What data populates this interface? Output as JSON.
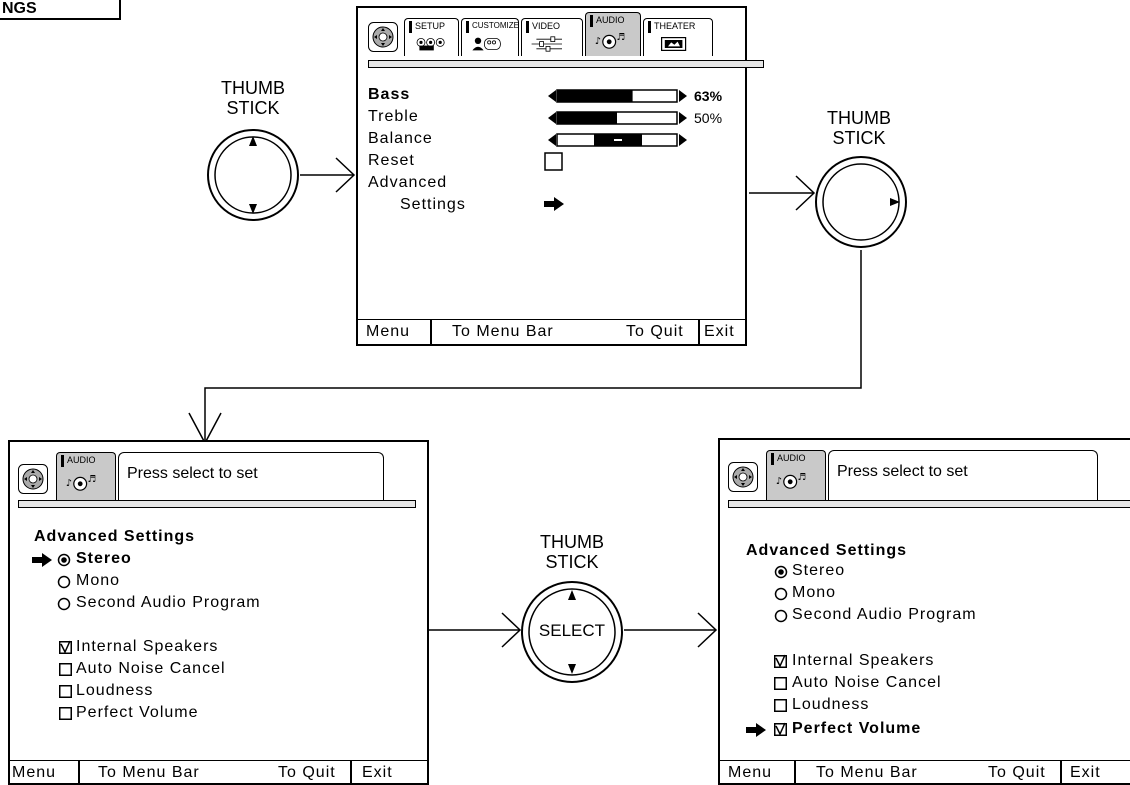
{
  "corner_label": "NGS",
  "thumbstick": {
    "line1": "THUMB",
    "line2": "STICK",
    "select": "SELECT"
  },
  "tabs": [
    "SETUP",
    "CUSTOMIZE",
    "VIDEO",
    "AUDIO",
    "THEATER"
  ],
  "audio_tab": "AUDIO",
  "audio_menu": {
    "items": [
      {
        "label": "Bass",
        "value": "63%",
        "level": 0.63
      },
      {
        "label": "Treble",
        "value": "50%",
        "level": 0.5
      },
      {
        "label": "Balance",
        "value": "",
        "level": 0.5
      },
      {
        "label": "Reset"
      },
      {
        "label": "Advanced"
      },
      {
        "label": "Settings"
      }
    ]
  },
  "bottom_bar": {
    "menu": "Menu",
    "to_menu_bar": "To Menu Bar",
    "to_quit": "To Quit",
    "exit": "Exit"
  },
  "prompt": "Press select to set",
  "advanced": {
    "title": "Advanced Settings",
    "radios": [
      "Stereo",
      "Mono",
      "Second Audio Program"
    ],
    "checks": [
      "Internal Speakers",
      "Auto Noise Cancel",
      "Loudness",
      "Perfect Volume"
    ]
  },
  "colors": {
    "active_tab": "#c9c9c9",
    "stripe": "#e6e6e6"
  }
}
